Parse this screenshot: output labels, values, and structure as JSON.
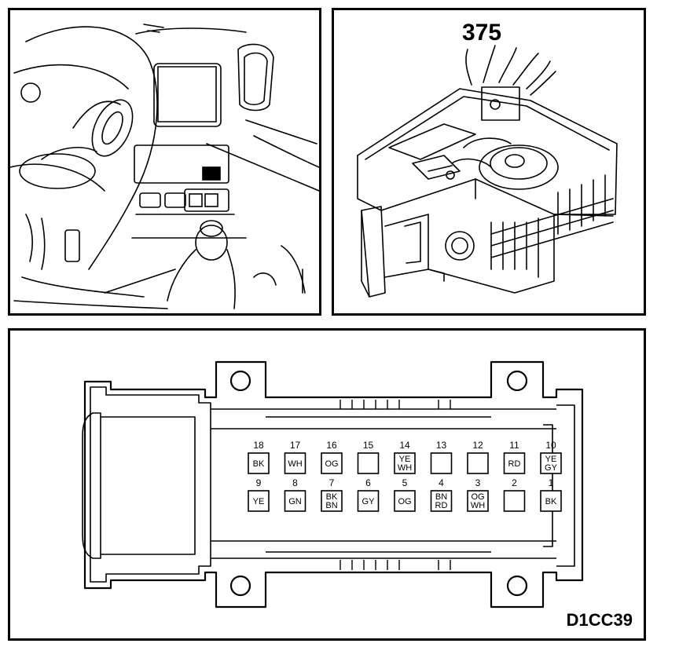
{
  "component_label": "375",
  "figure_ref": "D1CC39",
  "top_row": [
    {
      "pin": "18",
      "code": "BK"
    },
    {
      "pin": "17",
      "code": "WH"
    },
    {
      "pin": "16",
      "code": "OG"
    },
    {
      "pin": "15",
      "code": ""
    },
    {
      "pin": "14",
      "code": "YE\nWH"
    },
    {
      "pin": "13",
      "code": ""
    },
    {
      "pin": "12",
      "code": ""
    },
    {
      "pin": "11",
      "code": "RD"
    },
    {
      "pin": "10",
      "code": "YE\nGY"
    }
  ],
  "bottom_row": [
    {
      "pin": "9",
      "code": "YE"
    },
    {
      "pin": "8",
      "code": "GN"
    },
    {
      "pin": "7",
      "code": "BK\nBN"
    },
    {
      "pin": "6",
      "code": "GY"
    },
    {
      "pin": "5",
      "code": "OG"
    },
    {
      "pin": "4",
      "code": "BN\nRD"
    },
    {
      "pin": "3",
      "code": "OG\nWH"
    },
    {
      "pin": "2",
      "code": ""
    },
    {
      "pin": "1",
      "code": "BK"
    }
  ]
}
